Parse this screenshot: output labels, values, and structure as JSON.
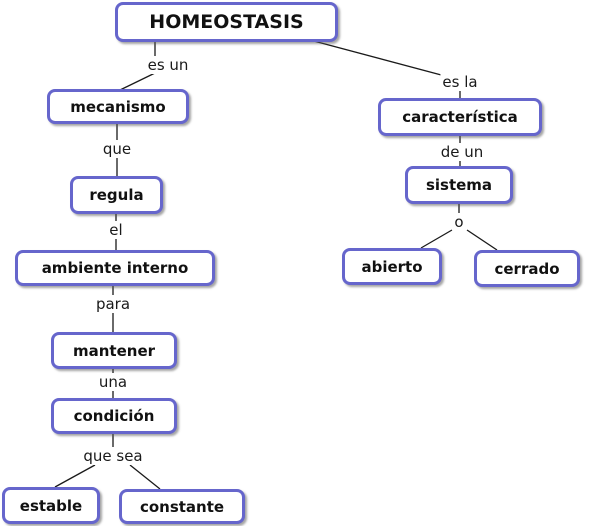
{
  "concept_map": {
    "nodes": {
      "homeostasis": "HOMEOSTASIS",
      "mecanismo": "mecanismo",
      "caracteristica": "característica",
      "regula": "regula",
      "sistema": "sistema",
      "ambiente_interno": "ambiente interno",
      "abierto": "abierto",
      "cerrado": "cerrado",
      "mantener": "mantener",
      "condicion": "condición",
      "estable": "estable",
      "constante": "constante"
    },
    "links": {
      "es_un": "es un",
      "es_la": "es la",
      "que": "que",
      "de_un": "de un",
      "el": "el",
      "o": "o",
      "para": "para",
      "una": "una",
      "que_sea": "que sea"
    },
    "colors": {
      "node_border": "#6666cc",
      "node_fill": "#ffffff",
      "line": "#1a1a1a",
      "text": "#111111"
    }
  }
}
